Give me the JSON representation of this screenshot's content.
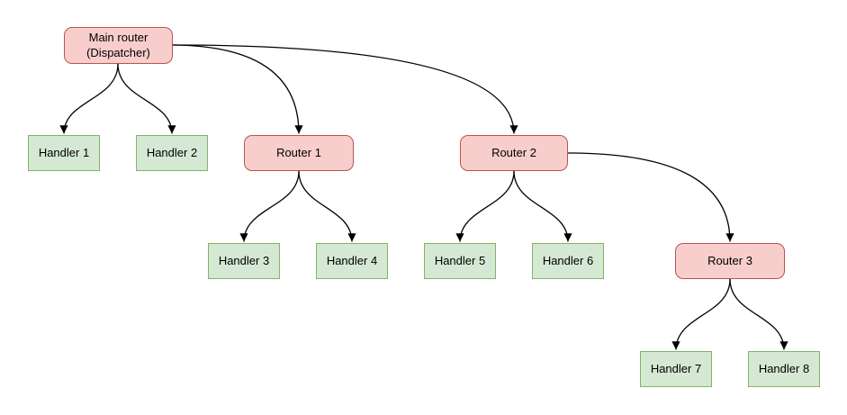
{
  "diagram": {
    "nodes": [
      {
        "id": "main-router",
        "label": "Main router\n(Dispatcher)",
        "type": "router"
      },
      {
        "id": "handler-1",
        "label": "Handler 1",
        "type": "handler"
      },
      {
        "id": "handler-2",
        "label": "Handler 2",
        "type": "handler"
      },
      {
        "id": "router-1",
        "label": "Router 1",
        "type": "router"
      },
      {
        "id": "router-2",
        "label": "Router 2",
        "type": "router"
      },
      {
        "id": "handler-3",
        "label": "Handler 3",
        "type": "handler"
      },
      {
        "id": "handler-4",
        "label": "Handler 4",
        "type": "handler"
      },
      {
        "id": "handler-5",
        "label": "Handler 5",
        "type": "handler"
      },
      {
        "id": "handler-6",
        "label": "Handler 6",
        "type": "handler"
      },
      {
        "id": "router-3",
        "label": "Router 3",
        "type": "router"
      },
      {
        "id": "handler-7",
        "label": "Handler 7",
        "type": "handler"
      },
      {
        "id": "handler-8",
        "label": "Handler 8",
        "type": "handler"
      }
    ],
    "edges": [
      {
        "from": "main-router",
        "to": "handler-1"
      },
      {
        "from": "main-router",
        "to": "handler-2"
      },
      {
        "from": "main-router",
        "to": "router-1"
      },
      {
        "from": "main-router",
        "to": "router-2"
      },
      {
        "from": "router-1",
        "to": "handler-3"
      },
      {
        "from": "router-1",
        "to": "handler-4"
      },
      {
        "from": "router-2",
        "to": "handler-5"
      },
      {
        "from": "router-2",
        "to": "handler-6"
      },
      {
        "from": "router-2",
        "to": "router-3"
      },
      {
        "from": "router-3",
        "to": "handler-7"
      },
      {
        "from": "router-3",
        "to": "handler-8"
      }
    ],
    "colors": {
      "router_fill": "#f8cecc",
      "router_stroke": "#b85450",
      "handler_fill": "#d5e8d4",
      "handler_stroke": "#82b366",
      "edge_stroke": "#000000",
      "background": "#ffffff"
    }
  }
}
